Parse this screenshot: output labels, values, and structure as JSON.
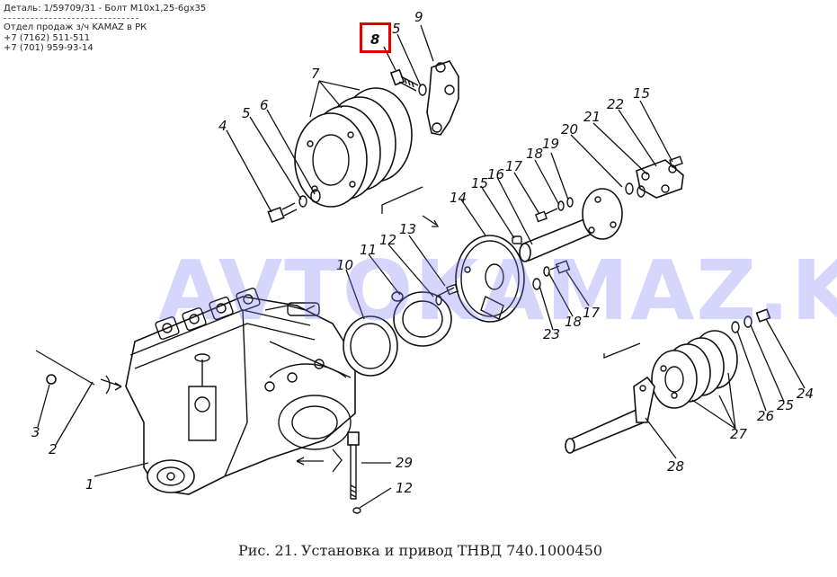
{
  "header": {
    "detail": "Деталь: 1/59709/31 - Болт M10x1,25-6gx35",
    "rule": "-----------------------------------------------",
    "dept": "Отдел продаж з/ч KAMAZ в РК",
    "phone1": "+7 (7162) 511-511",
    "phone2": "+7 (701) 959-93-14"
  },
  "watermark": "AVTOKAMAZ.KZ",
  "highlight_label": "8",
  "caption": {
    "prefix": "Рис. 21.",
    "text": "Установка и привод ТНВД 740.1000450"
  },
  "callouts": [
    "9",
    "5",
    "7",
    "4",
    "5",
    "6",
    "15",
    "21",
    "22",
    "19",
    "20",
    "18",
    "17",
    "16",
    "14",
    "15",
    "13",
    "12",
    "11",
    "10",
    "17",
    "18",
    "23",
    "1",
    "2",
    "3",
    "29",
    "12",
    "28",
    "27",
    "26",
    "25",
    "24"
  ]
}
